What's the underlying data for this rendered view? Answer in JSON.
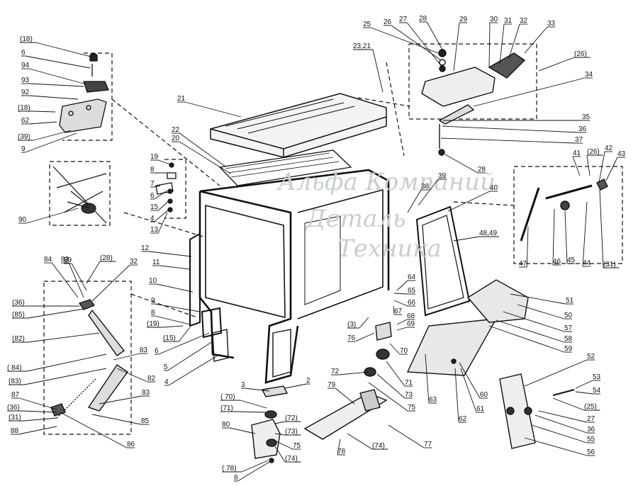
{
  "labels": [
    {
      "id": "l18a",
      "text": "(18)"
    },
    {
      "id": "l6a",
      "text": "6"
    },
    {
      "id": "l94",
      "text": "94"
    },
    {
      "id": "l93",
      "text": "93"
    },
    {
      "id": "l92",
      "text": "92"
    },
    {
      "id": "l18b",
      "text": "(18)"
    },
    {
      "id": "l62a",
      "text": "62"
    },
    {
      "id": "l39a",
      "text": "(39)"
    },
    {
      "id": "l9a",
      "text": "9"
    },
    {
      "id": "l90",
      "text": "90"
    },
    {
      "id": "l19a",
      "text": "19"
    },
    {
      "id": "l8a",
      "text": "8"
    },
    {
      "id": "l7",
      "text": "7"
    },
    {
      "id": "l6b",
      "text": "6"
    },
    {
      "id": "l15a",
      "text": "15"
    },
    {
      "id": "l4a",
      "text": "4"
    },
    {
      "id": "l13",
      "text": "13"
    },
    {
      "id": "l21",
      "text": "21"
    },
    {
      "id": "l22",
      "text": "22"
    },
    {
      "id": "l20",
      "text": "20"
    },
    {
      "id": "l23_21",
      "text": "23,21"
    },
    {
      "id": "l25",
      "text": "25"
    },
    {
      "id": "l26",
      "text": "26"
    },
    {
      "id": "l27a",
      "text": "27"
    },
    {
      "id": "l28a",
      "text": "28"
    },
    {
      "id": "l29",
      "text": "29"
    },
    {
      "id": "l30",
      "text": "30"
    },
    {
      "id": "l31",
      "text": "31"
    },
    {
      "id": "l32a",
      "text": "32"
    },
    {
      "id": "l33",
      "text": "33"
    },
    {
      "id": "l26b",
      "text": "(26)"
    },
    {
      "id": "l34",
      "text": "34"
    },
    {
      "id": "l35",
      "text": "35"
    },
    {
      "id": "l36a",
      "text": "36"
    },
    {
      "id": "l37",
      "text": "37"
    },
    {
      "id": "l28b",
      "text": "28"
    },
    {
      "id": "l41",
      "text": "41"
    },
    {
      "id": "l26c",
      "text": "(26)"
    },
    {
      "id": "l42",
      "text": "42"
    },
    {
      "id": "l43",
      "text": "43"
    },
    {
      "id": "l39b",
      "text": "39"
    },
    {
      "id": "l38",
      "text": "38"
    },
    {
      "id": "l40",
      "text": "40"
    },
    {
      "id": "l48_49",
      "text": "48,49"
    },
    {
      "id": "l47",
      "text": "47"
    },
    {
      "id": "l46",
      "text": "46"
    },
    {
      "id": "l45",
      "text": "45"
    },
    {
      "id": "l44",
      "text": "44"
    },
    {
      "id": "l31b",
      "text": "(31)"
    },
    {
      "id": "l12",
      "text": "12"
    },
    {
      "id": "l11",
      "text": "11"
    },
    {
      "id": "l10",
      "text": "10"
    },
    {
      "id": "l9b",
      "text": "9"
    },
    {
      "id": "l8b",
      "text": "8"
    },
    {
      "id": "l19b",
      "text": "(19)"
    },
    {
      "id": "l15b",
      "text": "(15)"
    },
    {
      "id": "l6c",
      "text": "6"
    },
    {
      "id": "l5",
      "text": "5"
    },
    {
      "id": "l4b",
      "text": "4"
    },
    {
      "id": "l84a",
      "text": "84"
    },
    {
      "id": "l83a",
      "text": "83"
    },
    {
      "id": "l89",
      "text": "89"
    },
    {
      "id": "l28c",
      "text": "(28)"
    },
    {
      "id": "l32b",
      "text": "32"
    },
    {
      "id": "l36b",
      "text": "(36)"
    },
    {
      "id": "l85a",
      "text": "(85)"
    },
    {
      "id": "l82a",
      "text": "(82)"
    },
    {
      "id": "l83b",
      "text": "83"
    },
    {
      "id": "l84b",
      "text": "( 84)"
    },
    {
      "id": "l83c",
      "text": "(83)"
    },
    {
      "id": "l82b",
      "text": "82"
    },
    {
      "id": "l83d",
      "text": "83"
    },
    {
      "id": "l87",
      "text": "87"
    },
    {
      "id": "l36c",
      "text": "(36)"
    },
    {
      "id": "l31c",
      "text": "(31)"
    },
    {
      "id": "l88",
      "text": "88"
    },
    {
      "id": "l85b",
      "text": "85"
    },
    {
      "id": "l86",
      "text": "86"
    },
    {
      "id": "l3a",
      "text": "3"
    },
    {
      "id": "l2",
      "text": "2"
    },
    {
      "id": "l70a",
      "text": "( 70)"
    },
    {
      "id": "l71a",
      "text": "(71)"
    },
    {
      "id": "l80",
      "text": "80"
    },
    {
      "id": "l72a",
      "text": "(72)"
    },
    {
      "id": "l73a",
      "text": "(73)"
    },
    {
      "id": "l75a",
      "text": "75"
    },
    {
      "id": "l74a",
      "text": "(74)"
    },
    {
      "id": "l78a",
      "text": "( 78)"
    },
    {
      "id": "l8c",
      "text": "8"
    },
    {
      "id": "l79",
      "text": "79"
    },
    {
      "id": "l72b",
      "text": "72"
    },
    {
      "id": "l78b",
      "text": "78"
    },
    {
      "id": "l74b",
      "text": "(74)"
    },
    {
      "id": "l77",
      "text": "77"
    },
    {
      "id": "l64",
      "text": "64"
    },
    {
      "id": "l65",
      "text": "65"
    },
    {
      "id": "l66",
      "text": "66"
    },
    {
      "id": "l67",
      "text": "67"
    },
    {
      "id": "l68",
      "text": "68"
    },
    {
      "id": "l69",
      "text": "69"
    },
    {
      "id": "l3b",
      "text": "(3)"
    },
    {
      "id": "l76",
      "text": "76"
    },
    {
      "id": "l70b",
      "text": "70"
    },
    {
      "id": "l71b",
      "text": "71"
    },
    {
      "id": "l73b",
      "text": "73"
    },
    {
      "id": "l75b",
      "text": "75"
    },
    {
      "id": "l63",
      "text": "63"
    },
    {
      "id": "l51",
      "text": "51"
    },
    {
      "id": "l50",
      "text": "50"
    },
    {
      "id": "l57",
      "text": "57"
    },
    {
      "id": "l58",
      "text": "58"
    },
    {
      "id": "l59",
      "text": "59"
    },
    {
      "id": "l62b",
      "text": "62"
    },
    {
      "id": "l61",
      "text": "61"
    },
    {
      "id": "l60",
      "text": "60"
    },
    {
      "id": "l52",
      "text": "52"
    },
    {
      "id": "l53",
      "text": "53"
    },
    {
      "id": "l54",
      "text": "54"
    },
    {
      "id": "l25b",
      "text": "(25)"
    },
    {
      "id": "l27b",
      "text": "27"
    },
    {
      "id": "l36d",
      "text": "36"
    },
    {
      "id": "l55",
      "text": "55"
    },
    {
      "id": "l56",
      "text": "56"
    }
  ],
  "watermark": {
    "line1": "Альфа Компаний",
    "line2": "Деталь",
    "line3": "Техника"
  },
  "colors": {
    "ink": "#111111",
    "paper": "#ffffff",
    "watermark": "#c9cdd4"
  }
}
